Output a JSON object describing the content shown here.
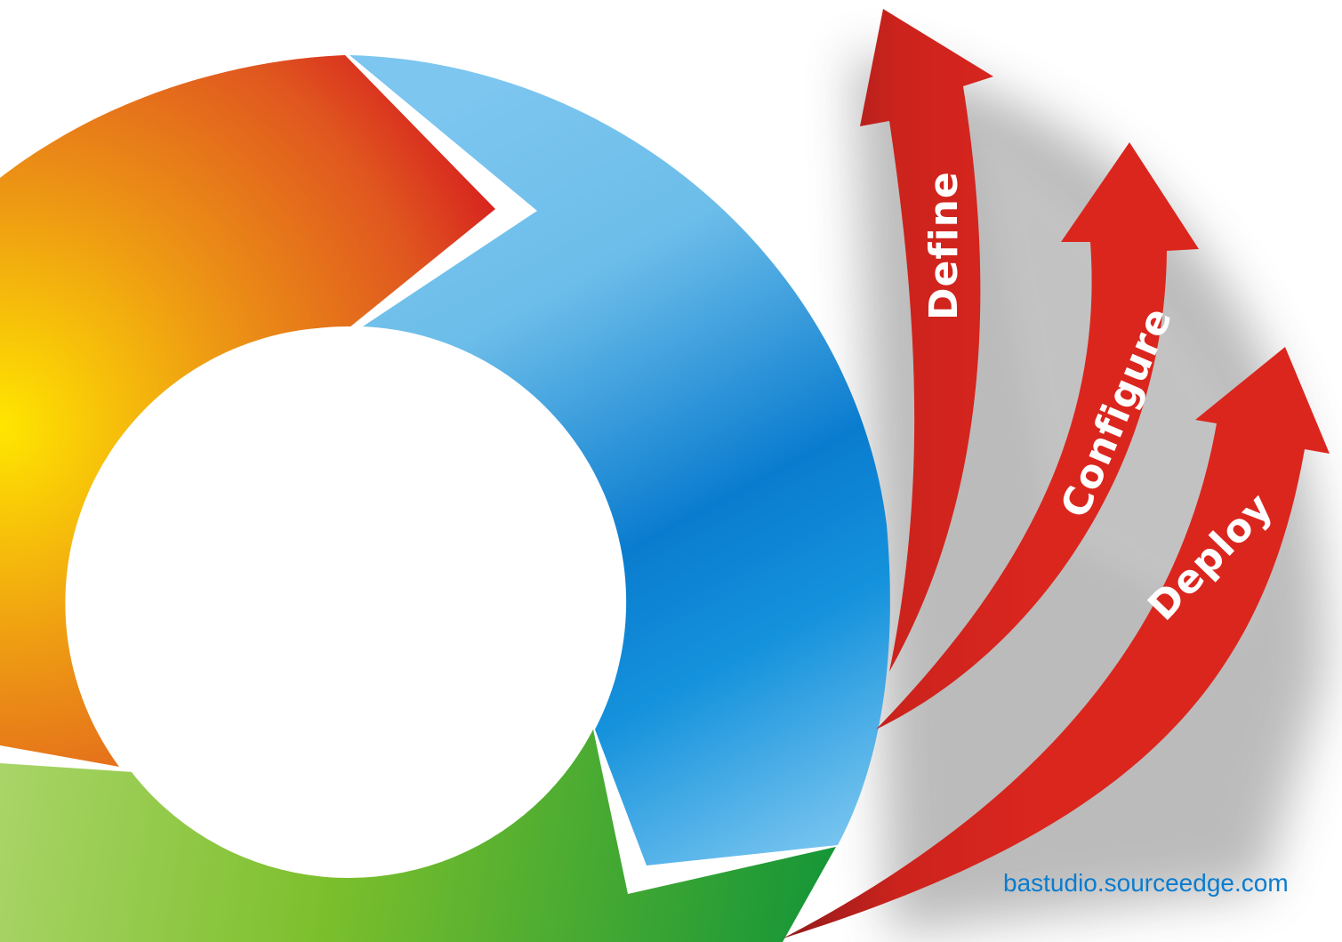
{
  "arrows": [
    {
      "label": "Define",
      "color": "#d9251d"
    },
    {
      "label": "Configure",
      "color": "#d9251d"
    },
    {
      "label": "Deploy",
      "color": "#d9251d"
    }
  ],
  "cycle": {
    "segments": [
      {
        "name": "orange",
        "colors": [
          "#ffe600",
          "#e8861a",
          "#d8211c"
        ]
      },
      {
        "name": "blue",
        "colors": [
          "#7cc6f0",
          "#0a7ccf",
          "#7cc6f0"
        ]
      },
      {
        "name": "green",
        "colors": [
          "#a6d36a",
          "#6fb82a",
          "#179a3a"
        ]
      }
    ]
  },
  "watermark": "bastudio.sourceedge.com"
}
